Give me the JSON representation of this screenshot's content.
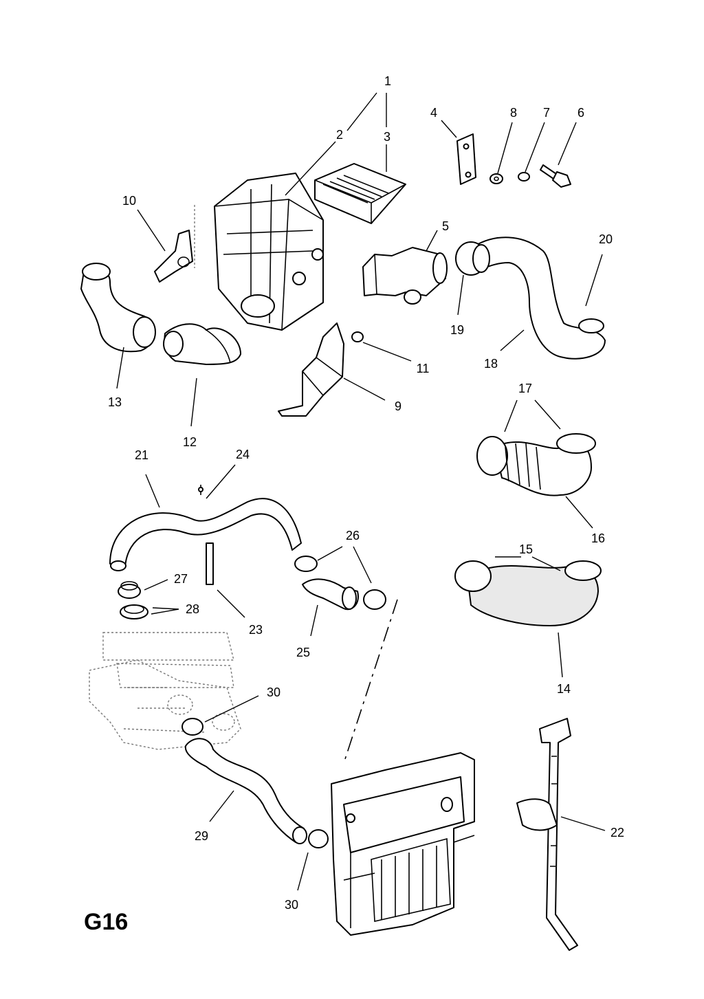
{
  "diagram": {
    "page_code": "G16",
    "callouts": [
      "1",
      "2",
      "3",
      "4",
      "5",
      "6",
      "7",
      "8",
      "9",
      "10",
      "11",
      "12",
      "13",
      "14",
      "15",
      "16",
      "17",
      "18",
      "19",
      "20",
      "21",
      "22",
      "23",
      "24",
      "25",
      "26",
      "27",
      "28",
      "29",
      "30",
      "30"
    ]
  }
}
